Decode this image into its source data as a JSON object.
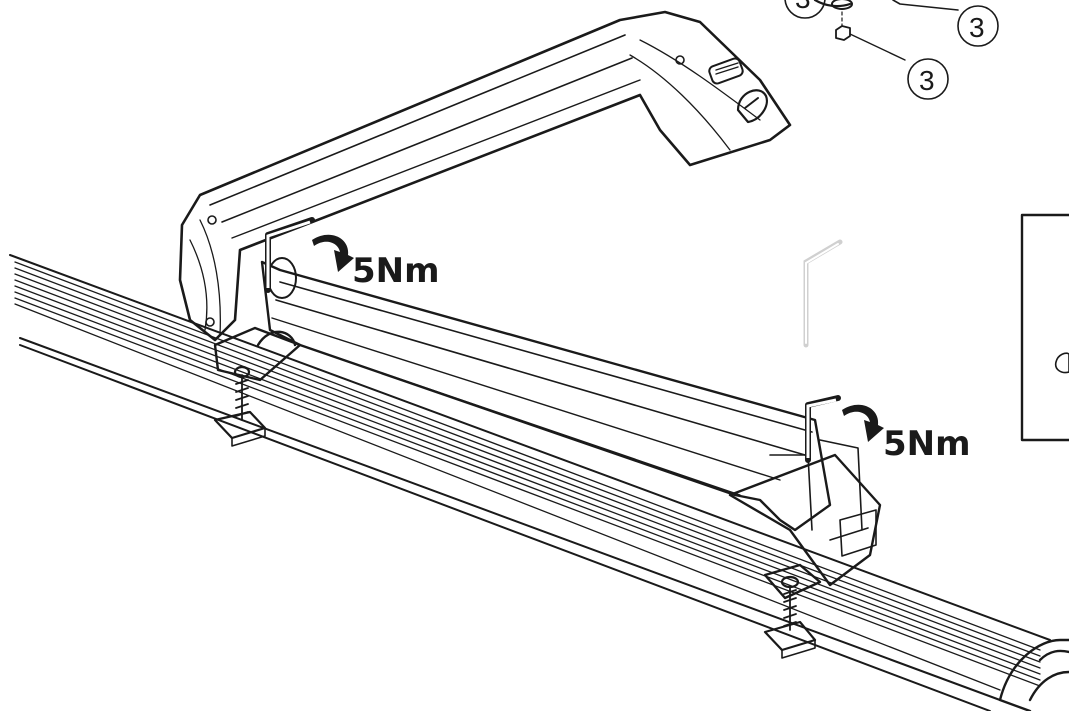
{
  "torque": {
    "value_left": "5Nm",
    "value_right": "5Nm"
  },
  "callouts": {
    "top_partial": "3",
    "top_right": "3",
    "middle_right": "3"
  },
  "colors": {
    "line": "#1a1a1a",
    "background": "#ffffff",
    "ghost_tool": "#d0d0d0"
  },
  "icons": [
    "hex-key-icon",
    "torque-arrow-icon"
  ]
}
